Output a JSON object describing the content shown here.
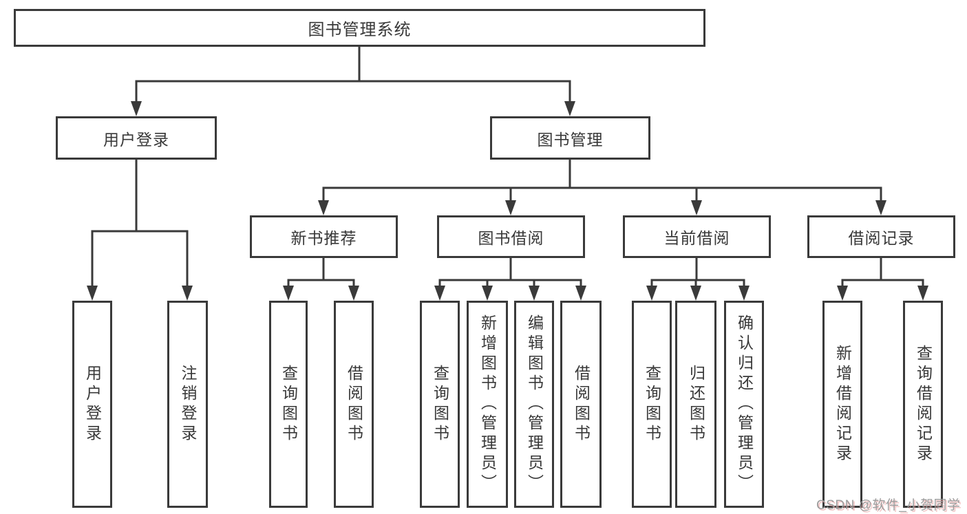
{
  "diagram": {
    "title": "图书管理系统",
    "root": {
      "label": "图书管理系统"
    },
    "branches": [
      {
        "label": "用户登录",
        "children": [
          {
            "label": "用户登录"
          },
          {
            "label": "注销登录"
          }
        ]
      },
      {
        "label": "图书管理",
        "sections": [
          {
            "label": "新书推荐",
            "children": [
              {
                "label": "查询图书"
              },
              {
                "label": "借阅图书"
              }
            ]
          },
          {
            "label": "图书借阅",
            "children": [
              {
                "label": "查询图书"
              },
              {
                "label": "新增图书（管理员）"
              },
              {
                "label": "编辑图书（管理员）"
              },
              {
                "label": "借阅图书"
              }
            ]
          },
          {
            "label": "当前借阅",
            "children": [
              {
                "label": "查询图书"
              },
              {
                "label": "归还图书"
              },
              {
                "label": "确认归还（管理员）"
              }
            ]
          },
          {
            "label": "借阅记录",
            "children": [
              {
                "label": "新增借阅记录"
              },
              {
                "label": "查询借阅记录"
              }
            ]
          }
        ]
      }
    ]
  },
  "watermark": {
    "text": "CSDN @软件_小贺同学"
  },
  "colors": {
    "line": "#3a3a3a",
    "box_border": "#3a3a3a",
    "text": "#383838",
    "background": "#ffffff",
    "watermark_text": "#9c9c9c",
    "watermark_shadow": "#e89696"
  }
}
